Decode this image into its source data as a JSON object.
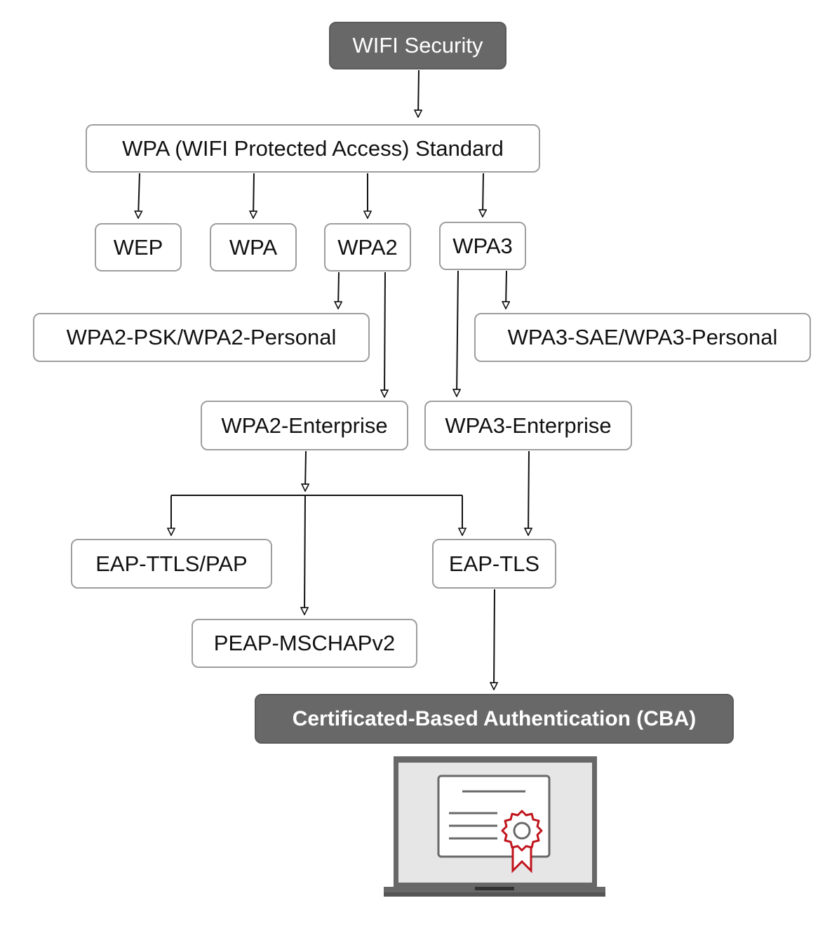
{
  "diagram": {
    "nodes": {
      "root": "WIFI Security",
      "standard": "WPA (WIFI Protected Access) Standard",
      "wep": "WEP",
      "wpa": "WPA",
      "wpa2": "WPA2",
      "wpa3": "WPA3",
      "wpa2_personal": "WPA2-PSK/WPA2-Personal",
      "wpa3_personal": "WPA3-SAE/WPA3-Personal",
      "wpa2_enterprise": "WPA2-Enterprise",
      "wpa3_enterprise": "WPA3-Enterprise",
      "eap_ttls": "EAP-TTLS/PAP",
      "eap_tls": "EAP-TLS",
      "peap": "PEAP-MSCHAPv2",
      "cba": "Certificated-Based Authentication (CBA)"
    },
    "colors": {
      "dark_node": "#686868",
      "node_border": "#9e9e9e",
      "arrow": "#111111",
      "seal": "#c0161e"
    },
    "illustration_icon": "laptop-certificate-icon"
  }
}
